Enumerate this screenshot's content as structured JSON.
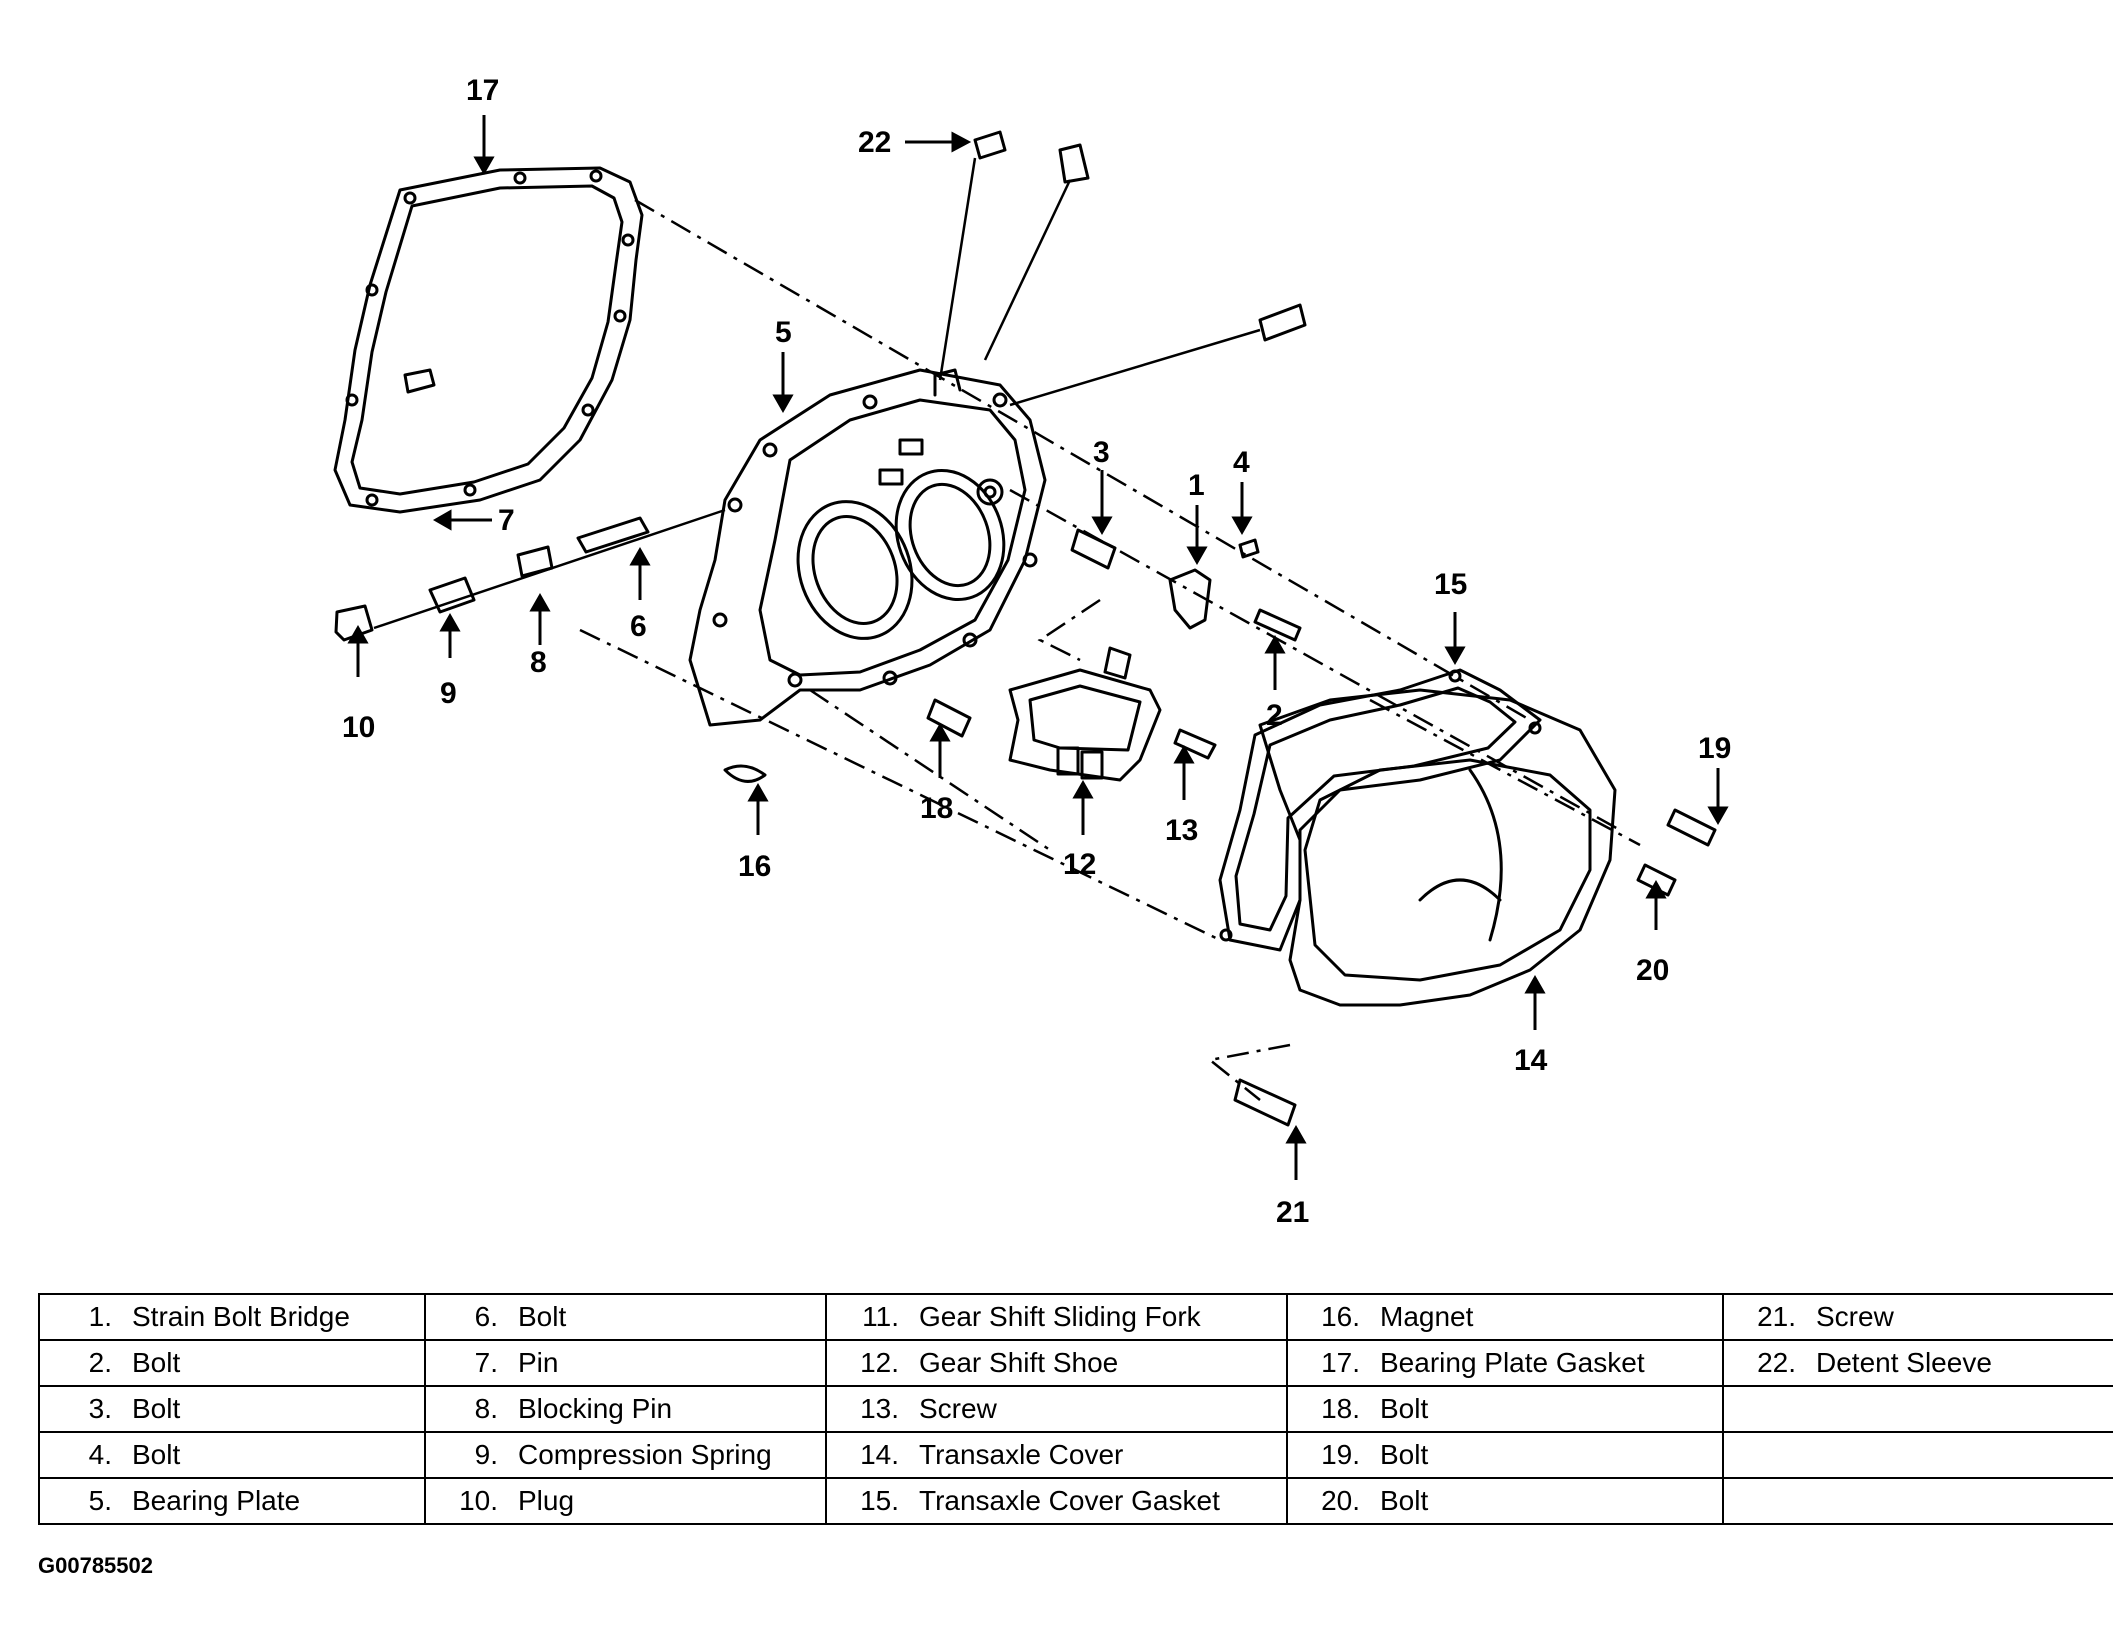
{
  "callouts": [
    "1",
    "2",
    "3",
    "4",
    "5",
    "6",
    "7",
    "8",
    "9",
    "10",
    "12",
    "13",
    "14",
    "15",
    "16",
    "17",
    "18",
    "19",
    "20",
    "21",
    "22"
  ],
  "legend": [
    [
      {
        "num": "1.",
        "label": "Strain Bolt Bridge"
      },
      {
        "num": "6.",
        "label": "Bolt"
      },
      {
        "num": "11.",
        "label": "Gear Shift Sliding Fork"
      },
      {
        "num": "16.",
        "label": "Magnet"
      },
      {
        "num": "21.",
        "label": "Screw"
      }
    ],
    [
      {
        "num": "2.",
        "label": "Bolt"
      },
      {
        "num": "7.",
        "label": "Pin"
      },
      {
        "num": "12.",
        "label": "Gear Shift Shoe"
      },
      {
        "num": "17.",
        "label": "Bearing Plate Gasket"
      },
      {
        "num": "22.",
        "label": "Detent Sleeve"
      }
    ],
    [
      {
        "num": "3.",
        "label": "Bolt"
      },
      {
        "num": "8.",
        "label": "Blocking Pin"
      },
      {
        "num": "13.",
        "label": "Screw"
      },
      {
        "num": "18.",
        "label": "Bolt"
      },
      {
        "num": "",
        "label": ""
      }
    ],
    [
      {
        "num": "4.",
        "label": "Bolt"
      },
      {
        "num": "9.",
        "label": "Compression Spring"
      },
      {
        "num": "14.",
        "label": "Transaxle Cover"
      },
      {
        "num": "19.",
        "label": "Bolt"
      },
      {
        "num": "",
        "label": ""
      }
    ],
    [
      {
        "num": "5.",
        "label": "Bearing Plate"
      },
      {
        "num": "10.",
        "label": "Plug"
      },
      {
        "num": "15.",
        "label": "Transaxle Cover Gasket"
      },
      {
        "num": "20.",
        "label": "Bolt"
      },
      {
        "num": "",
        "label": ""
      }
    ]
  ],
  "figure_id": "G00785502"
}
